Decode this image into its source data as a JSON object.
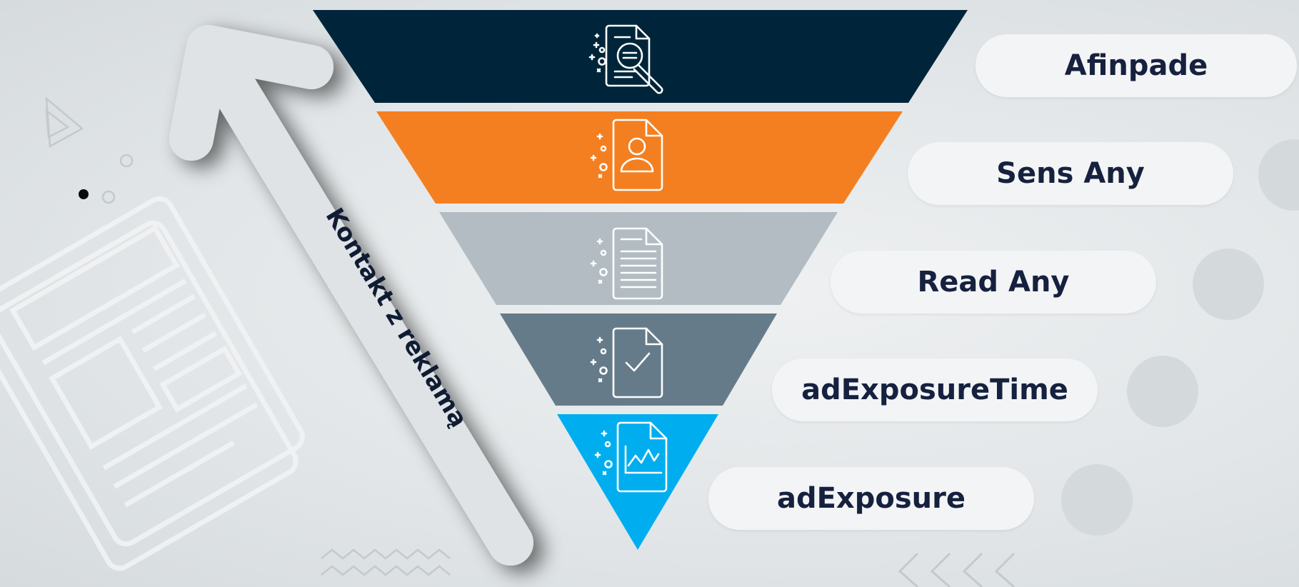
{
  "diagram": {
    "arrow_label": "Kontakt z reklamą",
    "levels": [
      {
        "label": "Afinpade",
        "color": "#00253a",
        "icon": "document-search-icon"
      },
      {
        "label": "Sens Any",
        "color": "#f47f20",
        "icon": "document-user-icon"
      },
      {
        "label": "Read Any",
        "color": "#b2bcc2",
        "icon": "document-text-icon"
      },
      {
        "label": "adExposureTime",
        "color": "#667b8a",
        "icon": "document-check-icon"
      },
      {
        "label": "adExposure",
        "color": "#00aeef",
        "icon": "document-chart-icon"
      }
    ]
  }
}
